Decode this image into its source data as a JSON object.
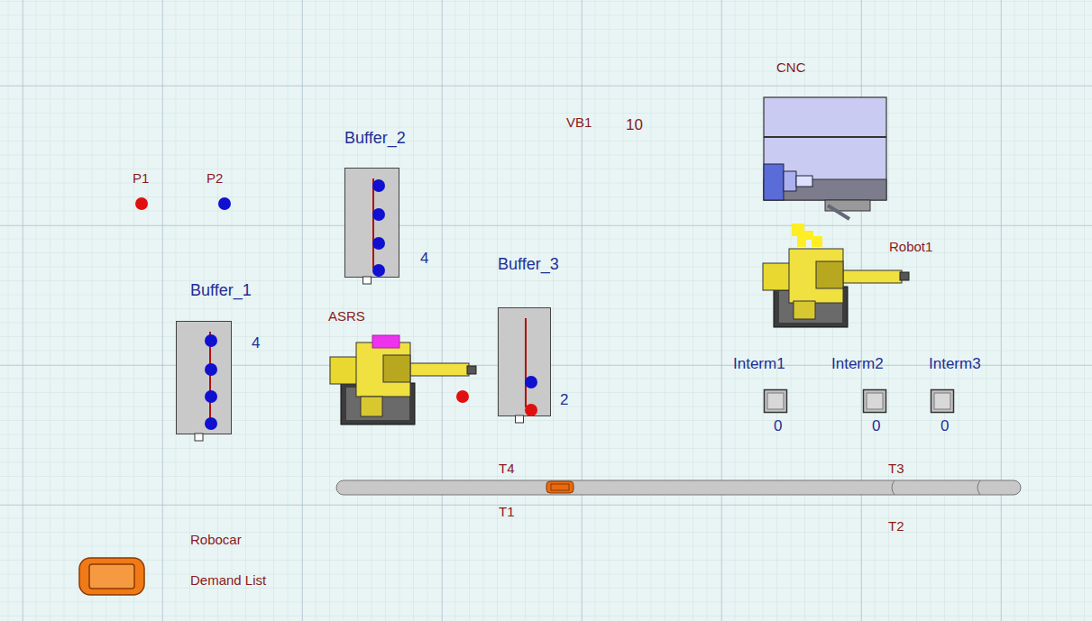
{
  "diagram": {
    "nodes": [
      {
        "text": [
          "Buffer_2",
          "4"
        ]
      },
      {
        "text": [
          "Buffer_1",
          "4"
        ]
      },
      {
        "text": [
          "Buffer_3",
          "2"
        ]
      },
      {
        "text": [
          "Interm1",
          "0"
        ]
      },
      {
        "text": [
          "Interm2",
          "0"
        ]
      },
      {
        "text": [
          "Interm3",
          "0"
        ]
      }
    ],
    "labels": [
      "CNC",
      "VB1",
      "10",
      "P1",
      "P2",
      "ASRS",
      "Robot1",
      "T4",
      "T3",
      "T1",
      "T2",
      "Robocar",
      "Demand List"
    ]
  }
}
